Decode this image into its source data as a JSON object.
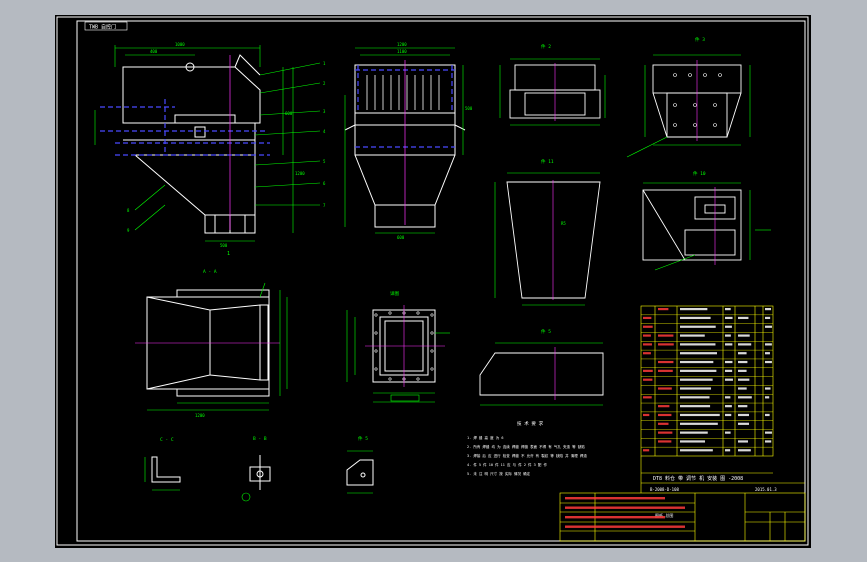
{
  "drawing": {
    "stamp": "TWB 自控门",
    "main_title": "DT8 料仓 带 调节 机 安装 图 -2008",
    "drawing_no": "B-2008-D-108",
    "date": "2015.01.3",
    "sheet_label": "图纸 总图",
    "views": {
      "view_1": "1",
      "section_a": "A - A",
      "view_detail": "详图",
      "part_2": "件 2",
      "part_3": "件 3",
      "part_11": "件 11",
      "part_10": "件 10",
      "part_5": "件 5",
      "section_cc": "C - C",
      "section_bb": "B - B",
      "part_5b": "件 5"
    },
    "notes_title": "技 术 要 求",
    "notes": [
      "1. 焊 缝 高 度 为 6",
      "2. 所有 焊缝 均 为 连续 焊缝 焊缝 表面 不得 有 气孔 夹渣 等 缺陷",
      "3. 焊接 后 应 进行 检查 焊缝 不 允许 有 裂纹 等 缺陷 并 清理 焊渣",
      "4. 件 5 件 10 件 11 应 与 件 2 件 3 配 作",
      "5. 未 注 明 尺寸 按 实际 情况 确定"
    ],
    "colors": {
      "line": "#ffffff",
      "dim": "#00ff00",
      "center": "#ff00ff",
      "hidden": "#3b3bff",
      "table": "#ffff00",
      "text_red": "#ff3b3b",
      "frame": "#ffffff"
    }
  }
}
